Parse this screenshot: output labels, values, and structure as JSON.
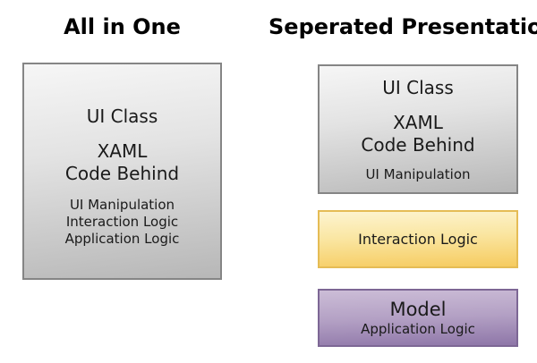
{
  "titles": {
    "left": "All in One",
    "right": "Seperated Presentation"
  },
  "all_in_one": {
    "ui_class_box": {
      "title": "UI Class",
      "subtitle_lines": [
        "XAML",
        "Code Behind"
      ],
      "detail_lines": [
        "UI Manipulation",
        "Interaction Logic",
        "Application Logic"
      ]
    }
  },
  "separated_presentation": {
    "ui_class_box": {
      "title": "UI Class",
      "subtitle_lines": [
        "XAML",
        "Code Behind"
      ],
      "detail_lines": [
        "UI Manipulation"
      ]
    },
    "interaction_logic_box": {
      "label": "Interaction Logic"
    },
    "model_box": {
      "title": "Model",
      "subtitle": "Application Logic"
    }
  },
  "colors": {
    "background": "#ffffff",
    "text": "#1a1a1a",
    "gray_box_top": "#f6f6f6",
    "gray_box_bottom": "#b7b7b7",
    "gray_box_border": "#858585",
    "yellow_box_top": "#fdf4d0",
    "yellow_box_bottom": "#f6cb5f",
    "yellow_box_border": "#e5bc55",
    "purple_box_top": "#ccbdd7",
    "purple_box_bottom": "#8e76a8",
    "purple_box_border": "#7d6795"
  }
}
